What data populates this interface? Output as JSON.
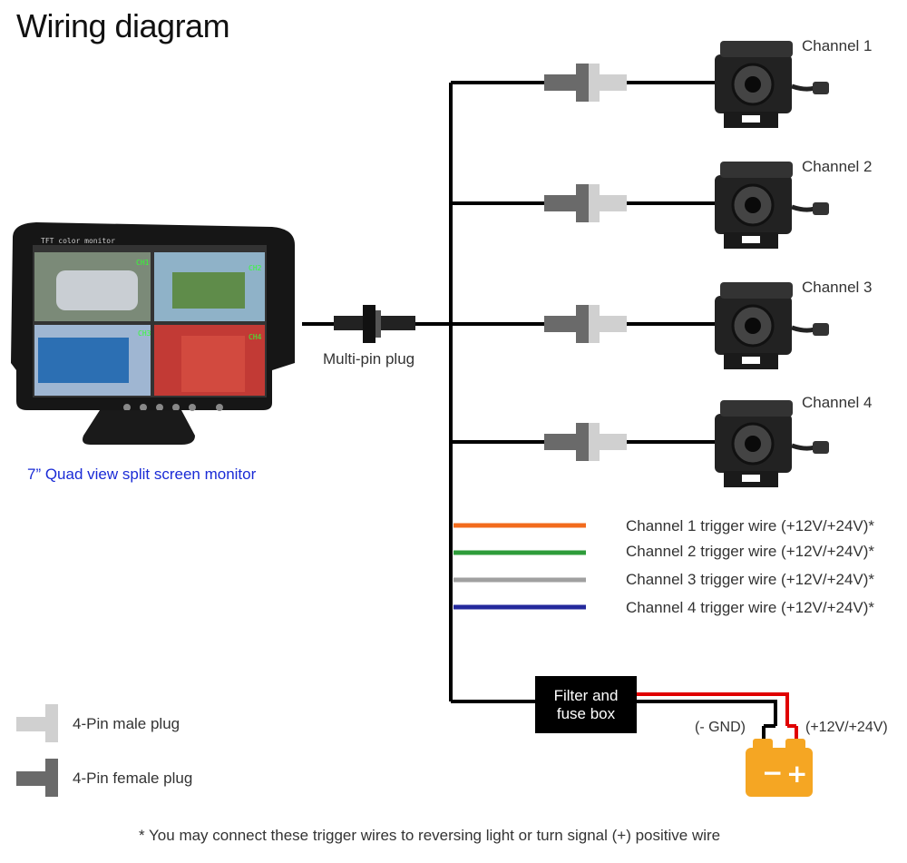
{
  "title": "Wiring diagram",
  "monitor": {
    "label": "7” Quad view split screen monitor",
    "screen_header": "TFT color monitor",
    "quad_labels": [
      "CH1",
      "CH2",
      "CH3",
      "CH4"
    ]
  },
  "multi_pin_plug_label": "Multi-pin plug",
  "cameras": [
    {
      "label": "Channel 1"
    },
    {
      "label": "Channel 2"
    },
    {
      "label": "Channel 3"
    },
    {
      "label": "Channel 4"
    }
  ],
  "trigger_wires": [
    {
      "label": "Channel 1 trigger wire (+12V/+24V)*",
      "color": "#f26b1d"
    },
    {
      "label": "Channel 2 trigger wire (+12V/+24V)*",
      "color": "#2e9c3a"
    },
    {
      "label": "Channel 3 trigger wire (+12V/+24V)*",
      "color": "#a0a0a0"
    },
    {
      "label": "Channel 4 trigger wire (+12V/+24V)*",
      "color": "#24299c"
    }
  ],
  "filter_box": {
    "line1": "Filter and",
    "line2": "fuse box"
  },
  "battery": {
    "gnd_label": "(- GND)",
    "pos_label": "(+12V/+24V)",
    "minus": "−",
    "plus": "+",
    "color": "#f5a623"
  },
  "legend": [
    {
      "label": "4-Pin male plug",
      "color": "#d0d0d0"
    },
    {
      "label": "4-Pin female plug",
      "color": "#6a6a6a"
    }
  ],
  "footnote": "* You may connect these trigger wires to reversing light or turn signal (+) positive wire"
}
